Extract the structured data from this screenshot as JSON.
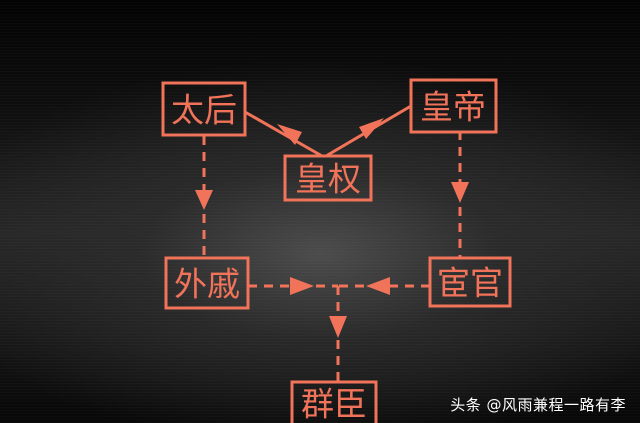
{
  "nodes": {
    "empress_dowager": "太后",
    "emperor": "皇帝",
    "imperial_power": "皇权",
    "maternal_relatives": "外戚",
    "eunuchs": "宦官",
    "ministers": "群臣"
  },
  "watermark": "头条 @风雨兼程一路有李",
  "colors": {
    "accent": "#f0735a",
    "background": "#050505",
    "watermark": "#ffffff"
  }
}
